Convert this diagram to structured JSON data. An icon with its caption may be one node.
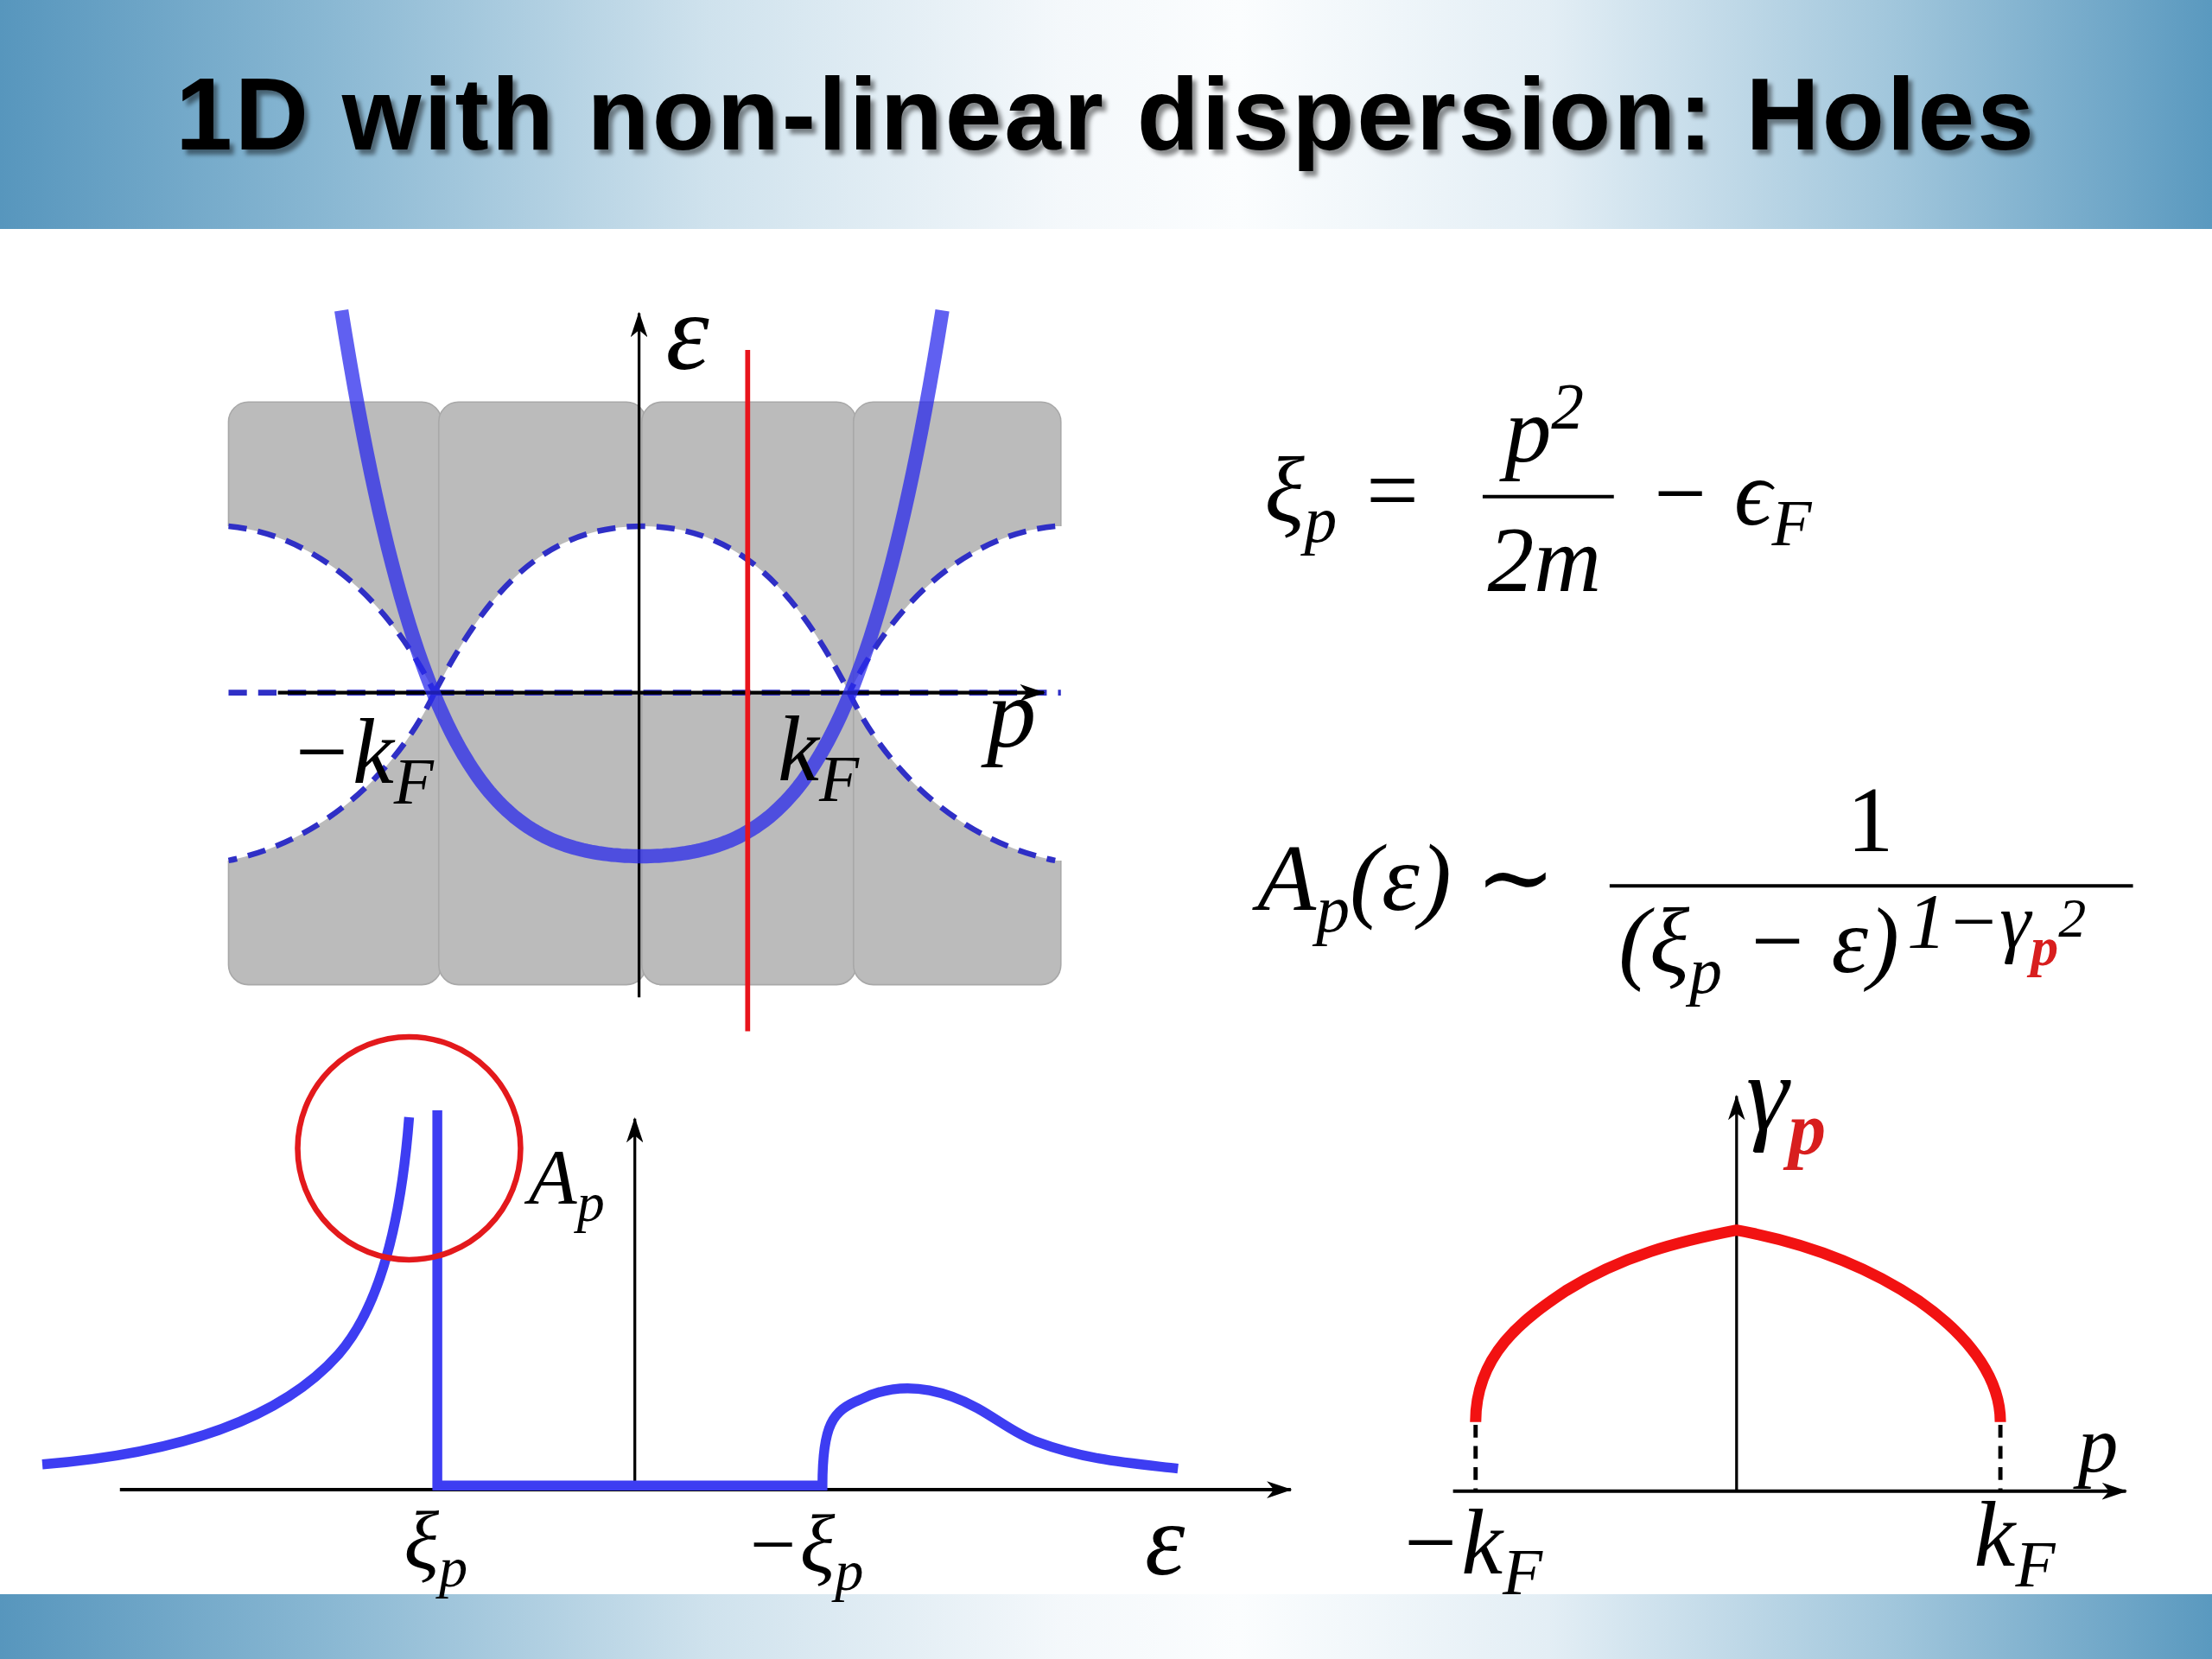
{
  "diagram": {
    "title": "1D with non-linear dispersion: Holes",
    "labels": [
      "ε",
      "−k$_{F}$",
      "k$_{F}$",
      "p",
      "ξ$_{p}$ =",
      "p$^{2}$",
      "2m",
      "− ϵ$_{F}$",
      "A$_{p}$(ε) ∼",
      "1",
      "(ξ$_{p}$ − ε)",
      "1−γ$_{p}$$^{2}$",
      "A$_{p}$",
      "γ$_{p}$",
      "ξ$_{p}$",
      "−ξ$_{p}$",
      "ε",
      "p",
      "−k$_{F}$",
      "k$_{F}$"
    ]
  }
}
